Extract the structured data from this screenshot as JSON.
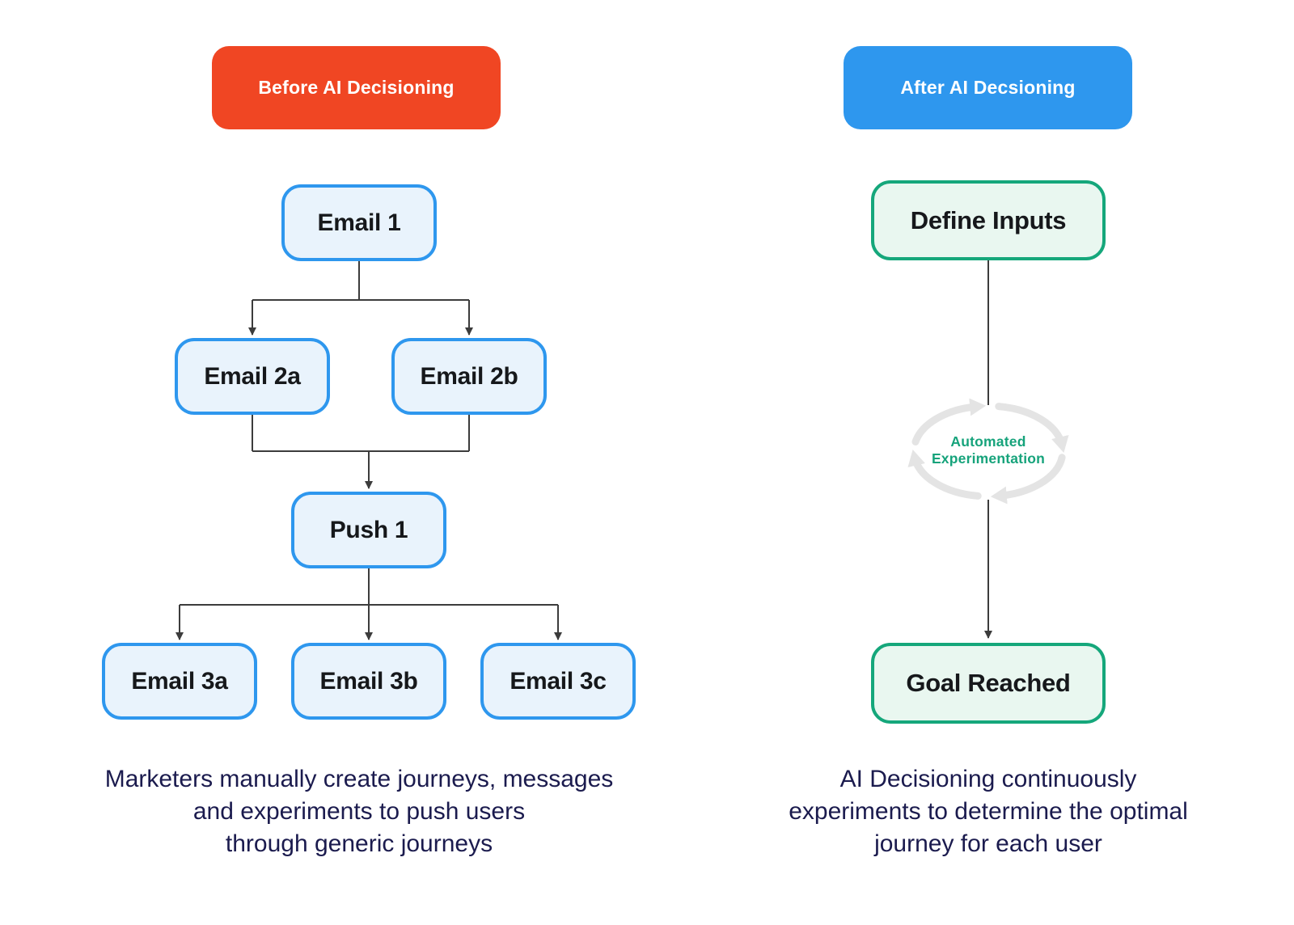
{
  "colors": {
    "before_header_bg": "#F04623",
    "after_header_bg": "#2E97EE",
    "header_text": "#FFFFFF",
    "blue_node_border": "#2E97EE",
    "blue_node_fill": "#E9F3FC",
    "green_node_border": "#15A77B",
    "green_node_fill": "#E9F7F0",
    "node_text": "#16181B",
    "caption_text": "#1B1B4E",
    "connector": "#3C3C3C",
    "loop_arrow": "#E4E4E4",
    "loop_text": "#16A37B",
    "background": "#FFFFFF"
  },
  "left_panel": {
    "header": "Before AI Decisioning",
    "nodes": {
      "email1": "Email 1",
      "email2a": "Email 2a",
      "email2b": "Email 2b",
      "push1": "Push 1",
      "email3a": "Email 3a",
      "email3b": "Email 3b",
      "email3c": "Email 3c"
    },
    "edges": [
      "email1 -> email2a",
      "email1 -> email2b",
      "email2a -> push1",
      "email2b -> push1",
      "push1 -> email3a",
      "push1 -> email3b",
      "push1 -> email3c"
    ],
    "caption_lines": [
      "Marketers manually create journeys, messages",
      "and experiments to push users",
      "through generic journeys"
    ]
  },
  "right_panel": {
    "header": "After AI Decsioning",
    "nodes": {
      "define_inputs": "Define Inputs",
      "goal_reached": "Goal Reached"
    },
    "edges": [
      "define_inputs -> goal_reached"
    ],
    "loop_label_lines": [
      "Automated",
      "Experimentation"
    ],
    "caption_lines": [
      "AI Decisioning continuously",
      "experiments to determine the optimal",
      "journey for each user"
    ]
  }
}
